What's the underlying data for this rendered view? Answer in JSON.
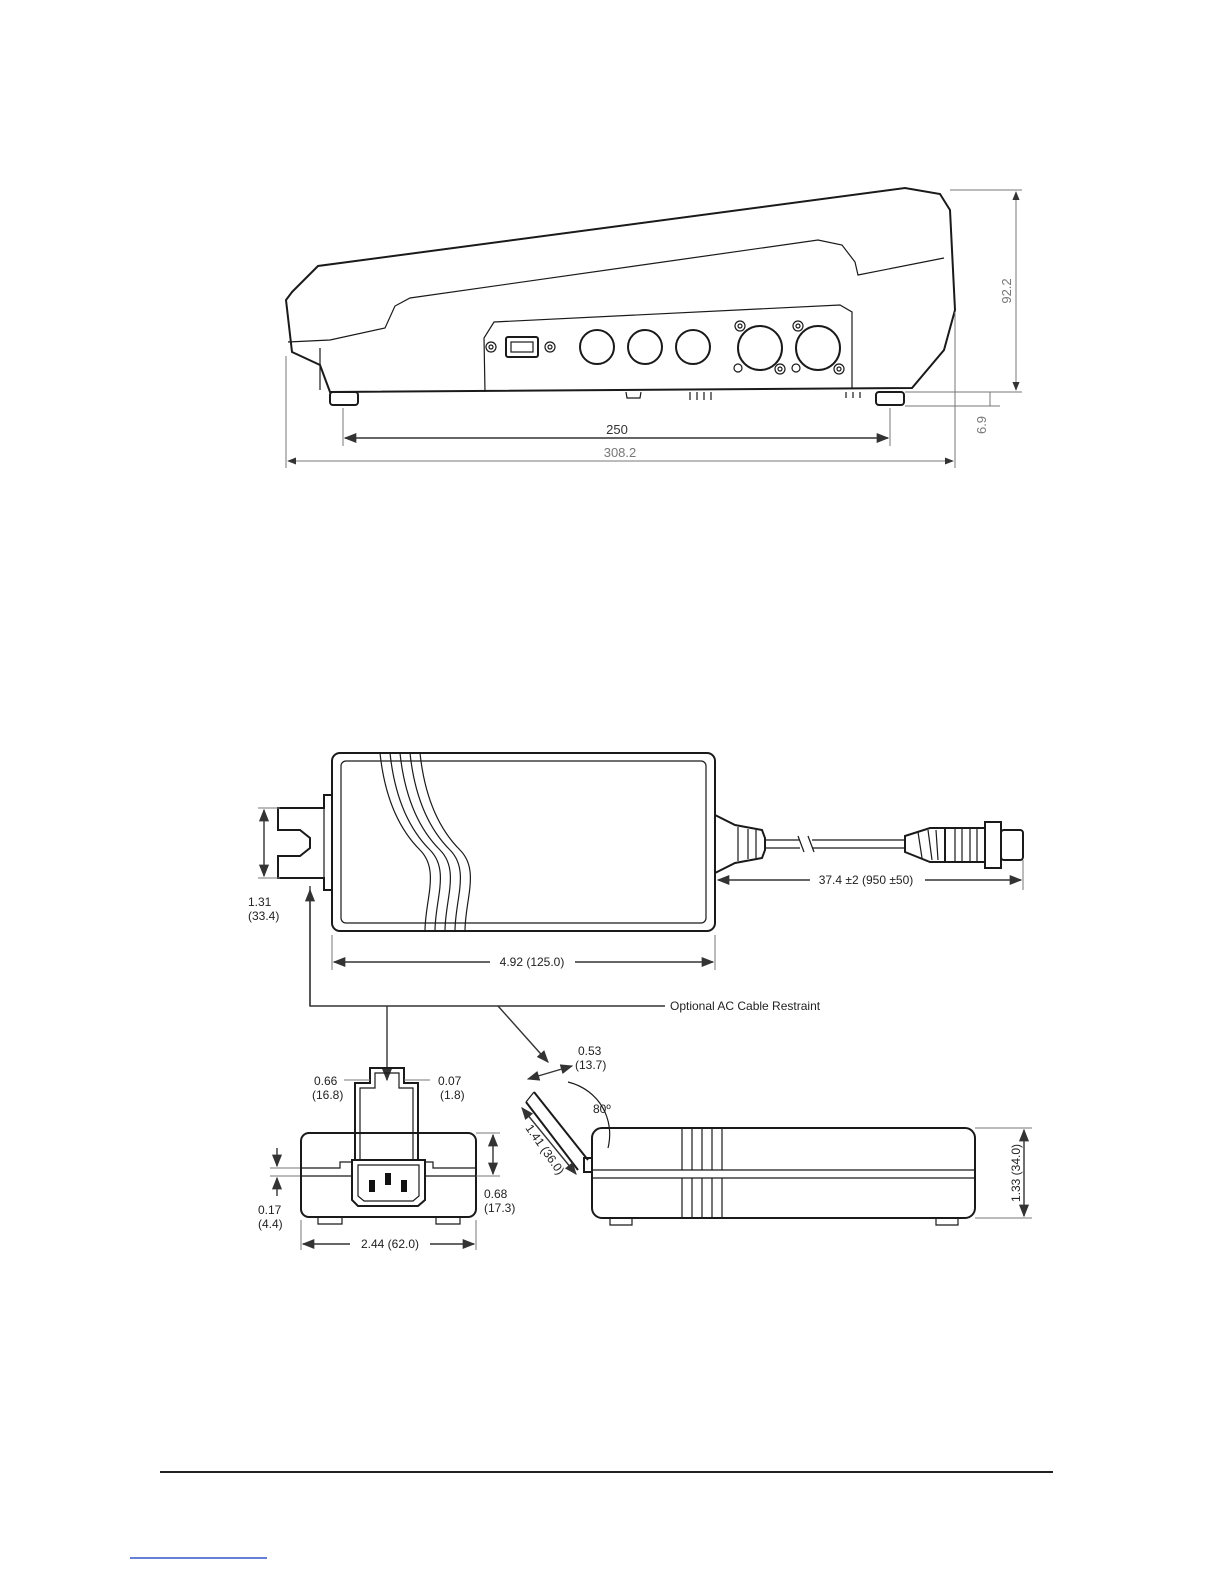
{
  "side_view": {
    "dim_feet_spacing": "250",
    "dim_overall_length": "308.2",
    "dim_height": "92.2",
    "dim_foot_height": "6.9"
  },
  "psu": {
    "dim_restraint_height_in": "1.31",
    "dim_restraint_height_mm": "(33.4)",
    "dim_cable_length": "37.4 ±2 (950 ±50)",
    "dim_body_length": "4.92 (125.0)",
    "callout_restraint": "Optional AC Cable Restraint",
    "dim_clip_width_in": "0.66",
    "dim_clip_width_mm": "(16.8)",
    "dim_clip_thickness_in": "0.07",
    "dim_clip_thickness_mm": "(1.8)",
    "dim_clip_depth_in": "0.53",
    "dim_clip_depth_mm": "(13.7)",
    "dim_clip_angle": "80º",
    "dim_clip_length": "1.41 (36.0)",
    "dim_end_offset_in": "0.17",
    "dim_end_offset_mm": "(4.4)",
    "dim_end_height_in": "0.68",
    "dim_end_height_mm": "(17.3)",
    "dim_end_width": "2.44 (62.0)",
    "dim_side_height": "1.33 (34.0)"
  }
}
